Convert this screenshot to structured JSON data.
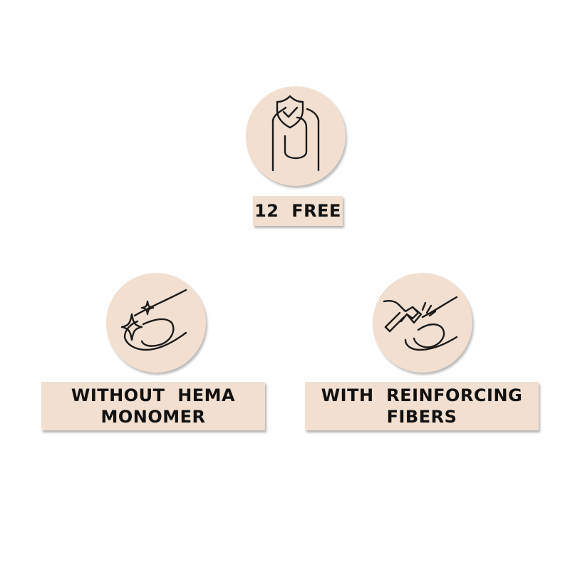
{
  "colors": {
    "badge_fill": "#f2dfd0",
    "icon_stroke": "#1a1a1a",
    "text": "#111111",
    "background": "#ffffff"
  },
  "features": [
    {
      "icon": "nail-shield-check-icon",
      "label_lines": [
        "12  FREE"
      ]
    },
    {
      "icon": "nail-sparkle-icon",
      "label_lines": [
        "WITHOUT  HEMA",
        "MONOMER"
      ]
    },
    {
      "icon": "nail-hammer-icon",
      "label_lines": [
        "WITH  REINFORCING",
        "FIBERS"
      ]
    }
  ]
}
